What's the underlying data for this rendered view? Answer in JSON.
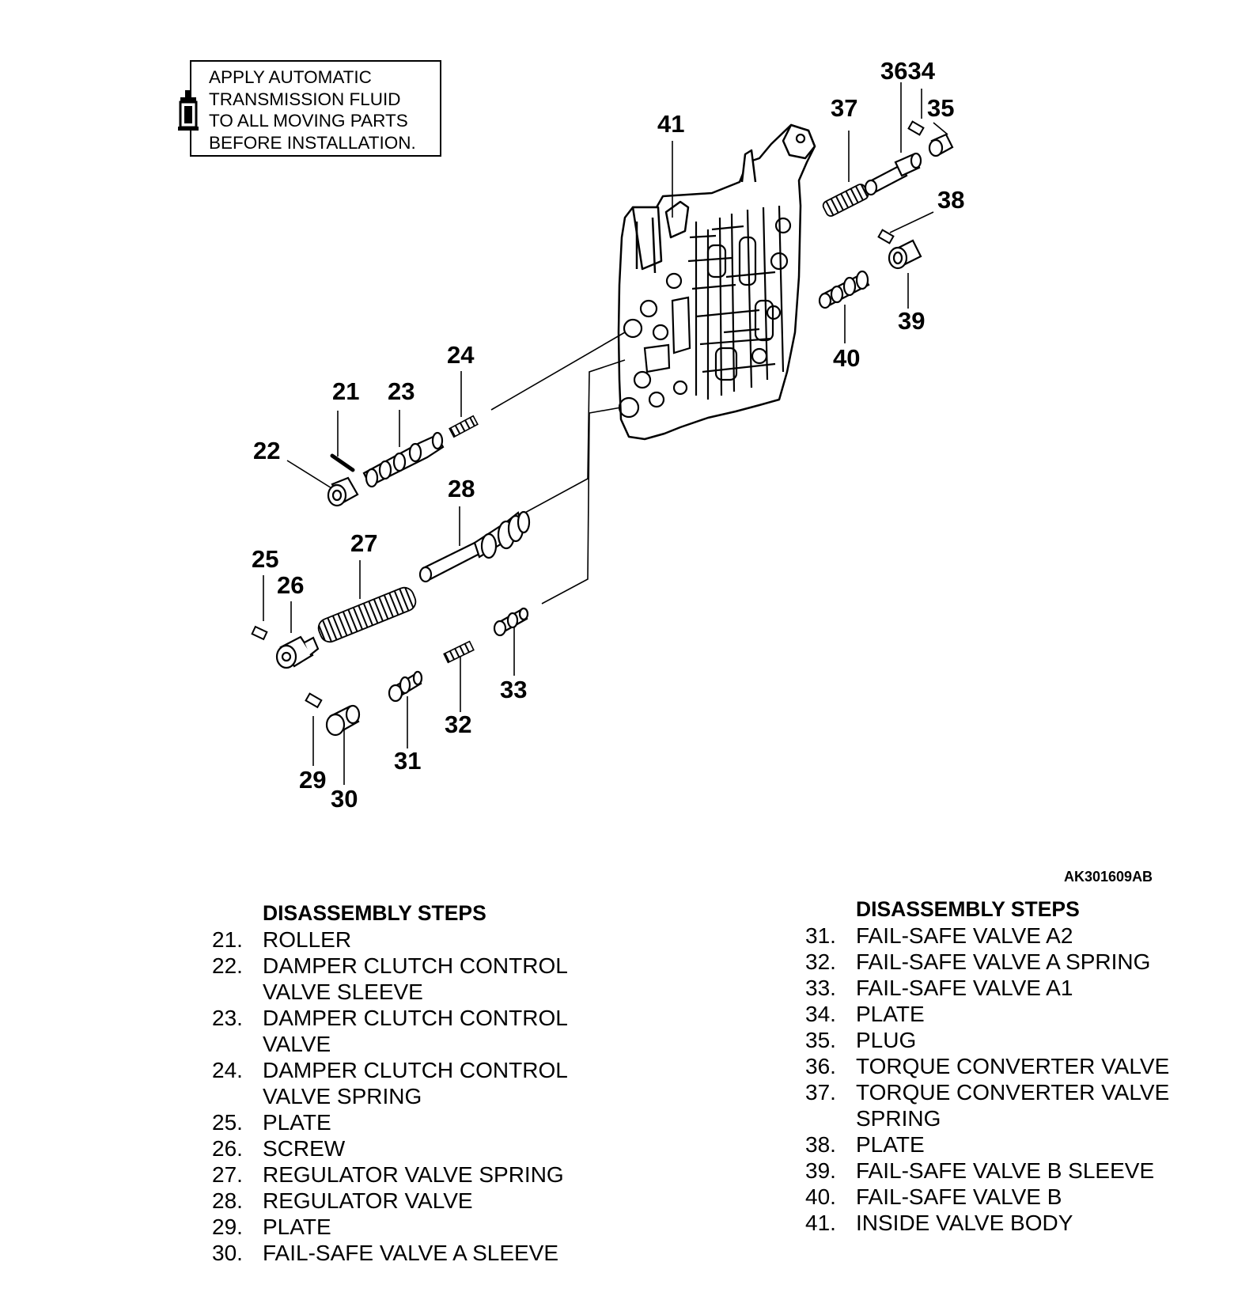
{
  "note": {
    "lines": [
      "APPLY AUTOMATIC",
      "TRANSMISSION FLUID",
      "TO ALL MOVING PARTS",
      "BEFORE INSTALLATION."
    ],
    "icon": "oil-can-icon"
  },
  "figure_code": "AK301609AB",
  "callouts": [
    "21",
    "22",
    "23",
    "24",
    "25",
    "26",
    "27",
    "28",
    "29",
    "30",
    "31",
    "32",
    "33",
    "3634",
    "35",
    "37",
    "38",
    "39",
    "40",
    "41"
  ],
  "steps_left": {
    "heading": "DISASSEMBLY STEPS",
    "items": [
      {
        "num": "21.",
        "text": "ROLLER"
      },
      {
        "num": "22.",
        "text": "DAMPER CLUTCH CONTROL VALVE SLEEVE"
      },
      {
        "num": "23.",
        "text": "DAMPER CLUTCH CONTROL VALVE"
      },
      {
        "num": "24.",
        "text": "DAMPER CLUTCH CONTROL VALVE SPRING"
      },
      {
        "num": "25.",
        "text": "PLATE"
      },
      {
        "num": "26.",
        "text": "SCREW"
      },
      {
        "num": "27.",
        "text": "REGULATOR VALVE SPRING"
      },
      {
        "num": "28.",
        "text": "REGULATOR VALVE"
      },
      {
        "num": "29.",
        "text": "PLATE"
      },
      {
        "num": "30.",
        "text": "FAIL-SAFE VALVE A SLEEVE"
      }
    ]
  },
  "steps_right": {
    "heading": "DISASSEMBLY STEPS",
    "items": [
      {
        "num": "31.",
        "text": "FAIL-SAFE VALVE A2"
      },
      {
        "num": "32.",
        "text": "FAIL-SAFE VALVE A SPRING"
      },
      {
        "num": "33.",
        "text": "FAIL-SAFE VALVE A1"
      },
      {
        "num": "34.",
        "text": "PLATE"
      },
      {
        "num": "35.",
        "text": "PLUG"
      },
      {
        "num": "36.",
        "text": "TORQUE CONVERTER VALVE"
      },
      {
        "num": "37.",
        "text": "TORQUE CONVERTER VALVE SPRING"
      },
      {
        "num": "38.",
        "text": "PLATE"
      },
      {
        "num": "39.",
        "text": "FAIL-SAFE VALVE B SLEEVE"
      },
      {
        "num": "40.",
        "text": "FAIL-SAFE VALVE B"
      },
      {
        "num": "41.",
        "text": "INSIDE VALVE BODY"
      }
    ]
  }
}
